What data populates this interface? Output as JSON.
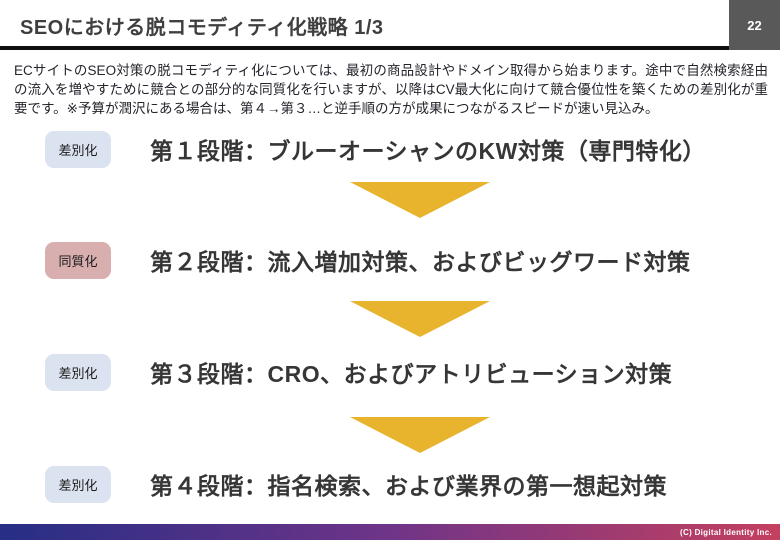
{
  "header": {
    "title": "SEOにおける脱コモディティ化戦略 1/3",
    "page_number": "22"
  },
  "lead": {
    "text": "ECサイトのSEO対策の脱コモディティ化については、最初の商品設計やドメイン取得から始まります。途中で自然検索経由の流入を増やすために競合との部分的な同質化を行いますが、以降はCV最大化に向けて競合優位性を築くための差別化が重要です。※予算が潤沢にある場合は、第４→第３…と逆手順の方が成果につながるスピードが速い見込み。"
  },
  "stages": [
    {
      "badge": "差別化",
      "badge_type": "differentiation",
      "title": "第１段階：ブルーオーシャンのKW対策（専門特化）"
    },
    {
      "badge": "同質化",
      "badge_type": "homogenization",
      "title": "第２段階：流入増加対策、およびビッグワード対策"
    },
    {
      "badge": "差別化",
      "badge_type": "differentiation",
      "title": "第３段階：CRO、およびアトリビューション対策"
    },
    {
      "badge": "差別化",
      "badge_type": "differentiation",
      "title": "第４段階：指名検索、および業界の第一想起対策"
    }
  ],
  "footer": {
    "copyright": "(C) Digital Identity Inc."
  },
  "colors": {
    "title_text": "#3f3f3f",
    "title_rule": "#0f0f0f",
    "page_box_bg": "#595959",
    "badge_differentiation_bg": "#dce3f0",
    "badge_homogenization_bg": "#d8aeae",
    "arrow": "#e8b32d",
    "footer_gradient_start": "#262e85",
    "footer_gradient_mid": "#6f3488",
    "footer_gradient_end": "#c4405f"
  }
}
